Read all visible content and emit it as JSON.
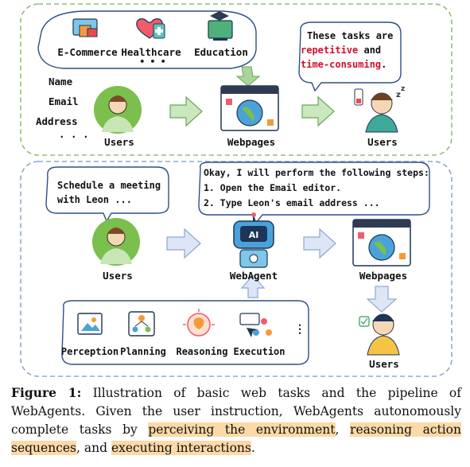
{
  "top_panel": {
    "domains": [
      "E-Commerce",
      "Healthcare",
      "Education"
    ],
    "domains_more": "• • •",
    "user_fields": [
      "Name",
      "Email",
      "Address",
      "· · ·"
    ],
    "users_label": "Users",
    "webpages_label": "Webpages",
    "users_label_right": "Users",
    "bubble": {
      "line1": "These tasks are",
      "line2_red": "repetitive",
      "line2_rest": " and",
      "line3_red": "time-consuming",
      "line3_rest": "."
    }
  },
  "bottom_panel": {
    "user_bubble": [
      "Schedule a meeting",
      "with Leon ..."
    ],
    "agent_bubble": [
      "Okay, I will perform the following steps:",
      "1. Open the Email editor.",
      "2. Type Leon's email address ..."
    ],
    "users_label": "Users",
    "agent_label": "WebAgent",
    "webpages_label": "Webpages",
    "users_label_right": "Users",
    "capabilities": [
      "Perception",
      "Planning",
      "Reasoning",
      "Execution"
    ],
    "capabilities_more": "⋮"
  },
  "caption": {
    "figure_label": "Figure 1:",
    "text_1": " Illustration of basic web tasks and the pipeline of WebAgents. Given the user instruction, WebAgents autonomously complete tasks by ",
    "hl_1": "perceiving the environment",
    "text_2": ", ",
    "hl_2": "reasoning action sequences",
    "text_3": ", and ",
    "hl_3": "executing interactions",
    "text_4": "."
  },
  "colors": {
    "top_frame": "#8fbf7a",
    "bottom_frame": "#8ea7cf",
    "arrow_green": "#a9d79a",
    "arrow_blue": "#b8cbe8",
    "highlight": "#fcd9a6",
    "red_text": "#d0112b"
  }
}
